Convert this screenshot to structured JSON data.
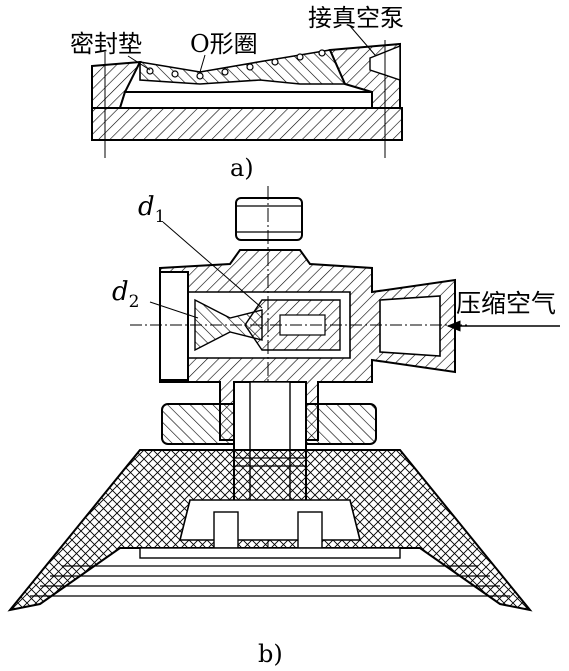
{
  "figure_a": {
    "caption": "a)",
    "labels": {
      "gasket": "密封垫",
      "o_ring": "O形圈",
      "vacuum_pump": "接真空泵"
    }
  },
  "figure_b": {
    "caption": "b)",
    "labels": {
      "d1": "d",
      "d1_sub": "1",
      "d2": "d",
      "d2_sub": "2",
      "compressed_air": "压缩空气"
    }
  }
}
